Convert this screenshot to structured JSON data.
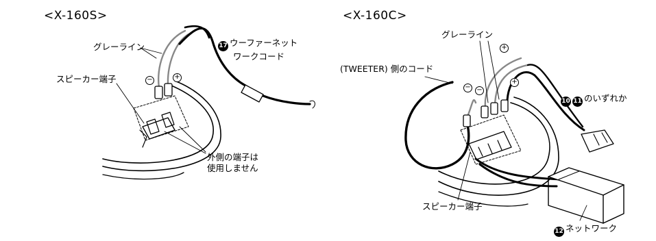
{
  "left": {
    "title": "<X-160S>",
    "gray_line": "グレーライン",
    "cord_num": "17",
    "cord_line1": "ウーファーネット",
    "cord_line2": "ワークコード",
    "terminal": "スピーカー端子",
    "outer_line1": "外側の端子は",
    "outer_line2": "使用しません",
    "minus": "−",
    "plus": "+"
  },
  "right": {
    "title": "<X-160C>",
    "gray_line": "グレーライン",
    "tweeter_cord": "(TWEETER) 側のコード",
    "either_num1": "10",
    "either_num2": "11",
    "either": "のいずれか",
    "terminal": "スピーカー端子",
    "network_num": "12",
    "network": "ネットワーク",
    "minus": "−",
    "plus": "+"
  }
}
